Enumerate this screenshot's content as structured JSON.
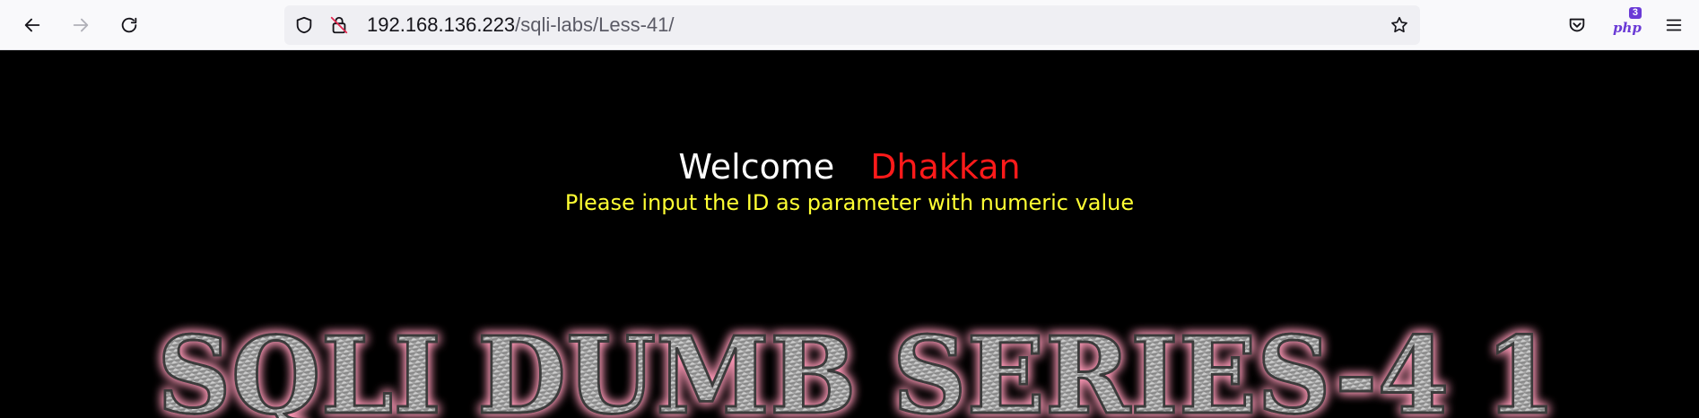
{
  "browser": {
    "url_host": "192.168.136.223",
    "url_path": "/sqli-labs/Less-41/",
    "extension_badge": "3",
    "extension_label": "php",
    "icons": {
      "back": "back-arrow-icon",
      "forward": "forward-arrow-icon",
      "reload": "reload-icon",
      "tracking": "shield-icon",
      "insecure": "insecure-lock-icon",
      "bookmark": "star-icon",
      "pocket": "pocket-icon",
      "menu": "hamburger-menu-icon"
    }
  },
  "page": {
    "welcome": "Welcome",
    "name": "Dhakkan",
    "instruction": "Please input the ID as parameter with numeric value",
    "banner_text": "SQLI DUMB SERIES-4 1",
    "colors": {
      "background": "#000000",
      "welcome": "#ffffff",
      "name": "#ff1a1a",
      "instruction": "#ffff33",
      "banner_glow": "#ff9ab8"
    }
  }
}
